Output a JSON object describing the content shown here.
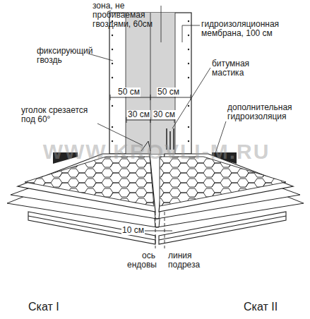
{
  "diagram": {
    "labels": [
      "зона, не пробиваемая гвоздями, 60см",
      "гидроизоляционная мембрана, 100 см",
      "фиксирующий гвоздь",
      "50 см",
      "50 см",
      "30 см",
      "30 см",
      "битумная мастика",
      "уголок срезается под 60°",
      "дополнительная гидроизоляция",
      "10 см",
      "ось ендовы",
      "линия подреза",
      "Скат I",
      "Скат II",
      "WWW.KROVLI-M.RU"
    ]
  }
}
